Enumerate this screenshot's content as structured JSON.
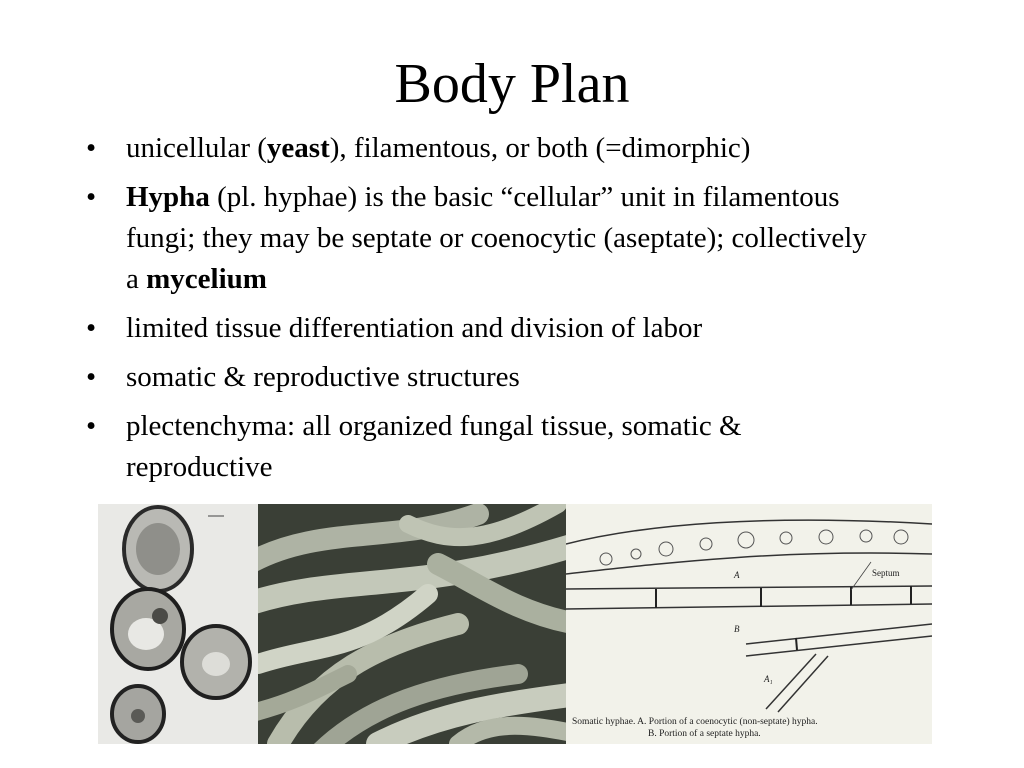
{
  "slide": {
    "title": "Body Plan",
    "bullets": [
      {
        "pre": "unicellular (",
        "bold": "yeast",
        "post": "), filamentous, or both (=dimorphic)"
      },
      {
        "pre": "",
        "bold": "Hypha",
        "post": " (pl. hyphae) is the basic “cellular” unit in filamentous fungi; they may be septate or coenocytic (aseptate); collectively a ",
        "bold2": "mycelium"
      },
      {
        "pre": "limited tissue differentiation and division of labor"
      },
      {
        "pre": "somatic & reproductive structures"
      },
      {
        "pre": "plectenchyma: all organized fungal tissue, somatic & reproductive"
      }
    ],
    "bullet_glyph": "•"
  },
  "figures": {
    "hyphae_diagram": {
      "septum_label": "Septum",
      "label_a": "A",
      "label_b": "B",
      "label_a2": "A₁",
      "caption_line1": "Somatic hyphae.  A. Portion of a coenocytic (non-septate) hypha.",
      "caption_line2": "B. Portion of a septate hypha."
    }
  }
}
